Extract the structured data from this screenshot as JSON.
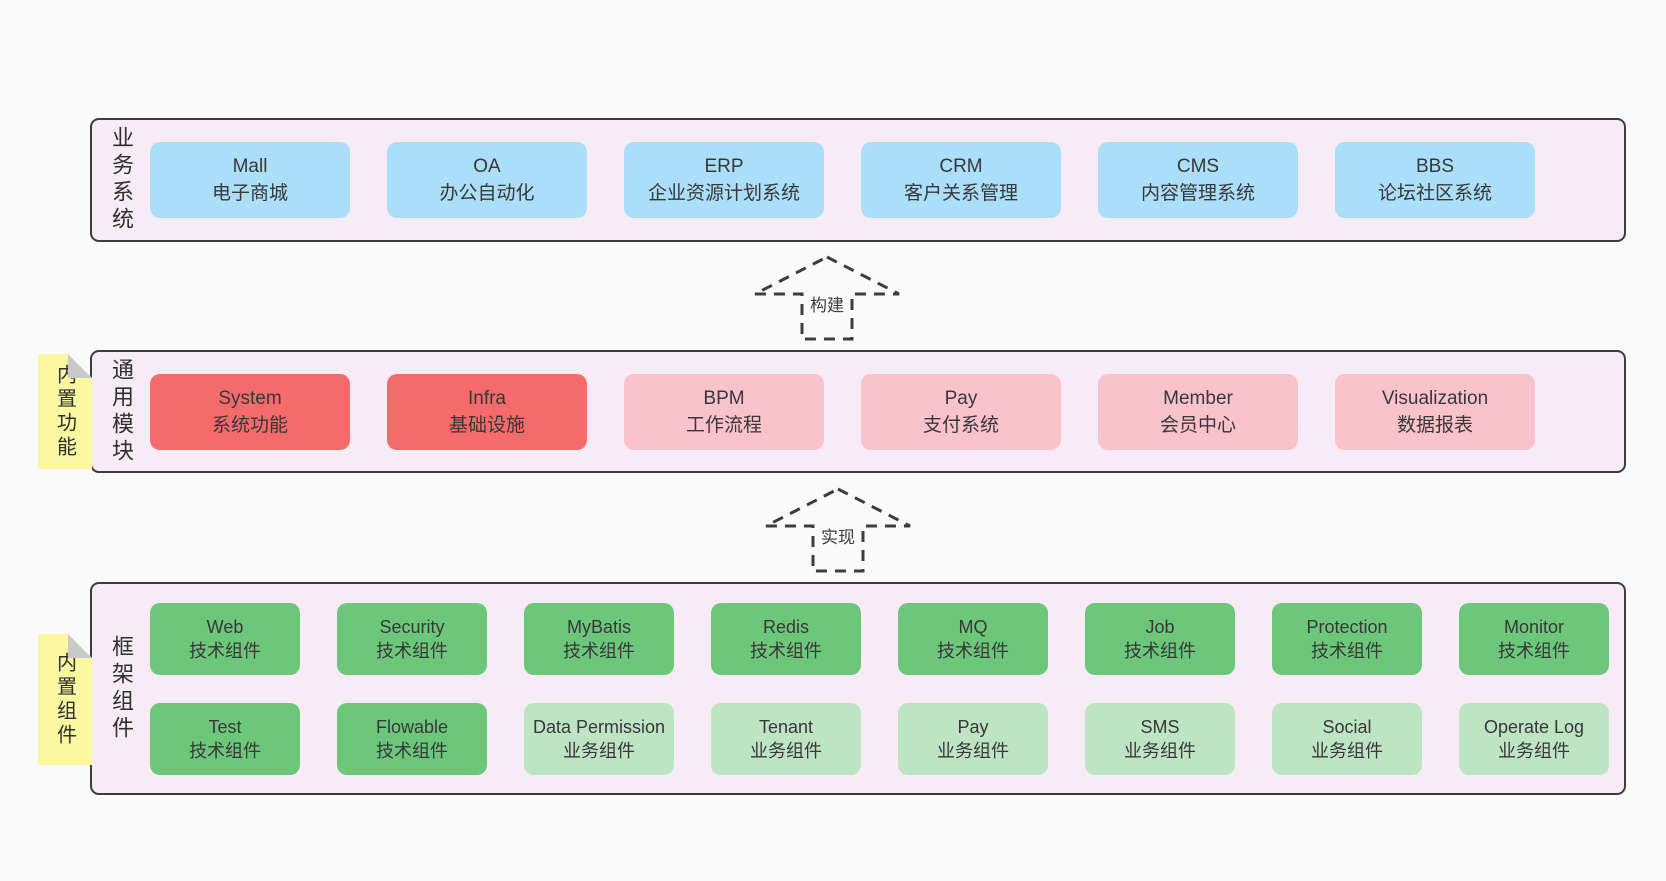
{
  "colors": {
    "page_background": "#fafafa",
    "band_background": "#f7ecf5",
    "band_border": "#3c3c3c",
    "blue_box": "#abdef8",
    "red_box": "#f56a6a",
    "pink_box": "#fac2cb",
    "green_box": "#6dc77b",
    "light_green_box": "#bee5c3",
    "sticky_note": "#fbf8a1",
    "sticky_fold": "#c9c9c9",
    "text": "#3b3b3b"
  },
  "arrows": [
    {
      "label": "构建"
    },
    {
      "label": "实现"
    }
  ],
  "bands": [
    {
      "label": "业务系统",
      "boxes": [
        {
          "title": "Mall",
          "subtitle": "电子商城",
          "variant": "blue"
        },
        {
          "title": "OA",
          "subtitle": "办公自动化",
          "variant": "blue"
        },
        {
          "title": "ERP",
          "subtitle": "企业资源计划系统",
          "variant": "blue"
        },
        {
          "title": "CRM",
          "subtitle": "客户关系管理",
          "variant": "blue"
        },
        {
          "title": "CMS",
          "subtitle": "内容管理系统",
          "variant": "blue"
        },
        {
          "title": "BBS",
          "subtitle": "论坛社区系统",
          "variant": "blue"
        }
      ]
    },
    {
      "label": "通用模块",
      "sticky": "内置功能",
      "boxes": [
        {
          "title": "System",
          "subtitle": "系统功能",
          "variant": "red"
        },
        {
          "title": "Infra",
          "subtitle": "基础设施",
          "variant": "red"
        },
        {
          "title": "BPM",
          "subtitle": "工作流程",
          "variant": "pink"
        },
        {
          "title": "Pay",
          "subtitle": "支付系统",
          "variant": "pink"
        },
        {
          "title": "Member",
          "subtitle": "会员中心",
          "variant": "pink"
        },
        {
          "title": "Visualization",
          "subtitle": "数据报表",
          "variant": "pink"
        }
      ]
    },
    {
      "label": "框架组件",
      "sticky": "内置组件",
      "rows": [
        [
          {
            "title": "Web",
            "subtitle": "技术组件",
            "variant": "green"
          },
          {
            "title": "Security",
            "subtitle": "技术组件",
            "variant": "green"
          },
          {
            "title": "MyBatis",
            "subtitle": "技术组件",
            "variant": "green"
          },
          {
            "title": "Redis",
            "subtitle": "技术组件",
            "variant": "green"
          },
          {
            "title": "MQ",
            "subtitle": "技术组件",
            "variant": "green"
          },
          {
            "title": "Job",
            "subtitle": "技术组件",
            "variant": "green"
          },
          {
            "title": "Protection",
            "subtitle": "技术组件",
            "variant": "green"
          },
          {
            "title": "Monitor",
            "subtitle": "技术组件",
            "variant": "green"
          }
        ],
        [
          {
            "title": "Test",
            "subtitle": "技术组件",
            "variant": "green"
          },
          {
            "title": "Flowable",
            "subtitle": "技术组件",
            "variant": "green"
          },
          {
            "title": "Data Permission",
            "subtitle": "业务组件",
            "variant": "lightgreen"
          },
          {
            "title": "Tenant",
            "subtitle": "业务组件",
            "variant": "lightgreen"
          },
          {
            "title": "Pay",
            "subtitle": "业务组件",
            "variant": "lightgreen"
          },
          {
            "title": "SMS",
            "subtitle": "业务组件",
            "variant": "lightgreen"
          },
          {
            "title": "Social",
            "subtitle": "业务组件",
            "variant": "lightgreen"
          },
          {
            "title": "Operate Log",
            "subtitle": "业务组件",
            "variant": "lightgreen"
          }
        ]
      ]
    }
  ]
}
